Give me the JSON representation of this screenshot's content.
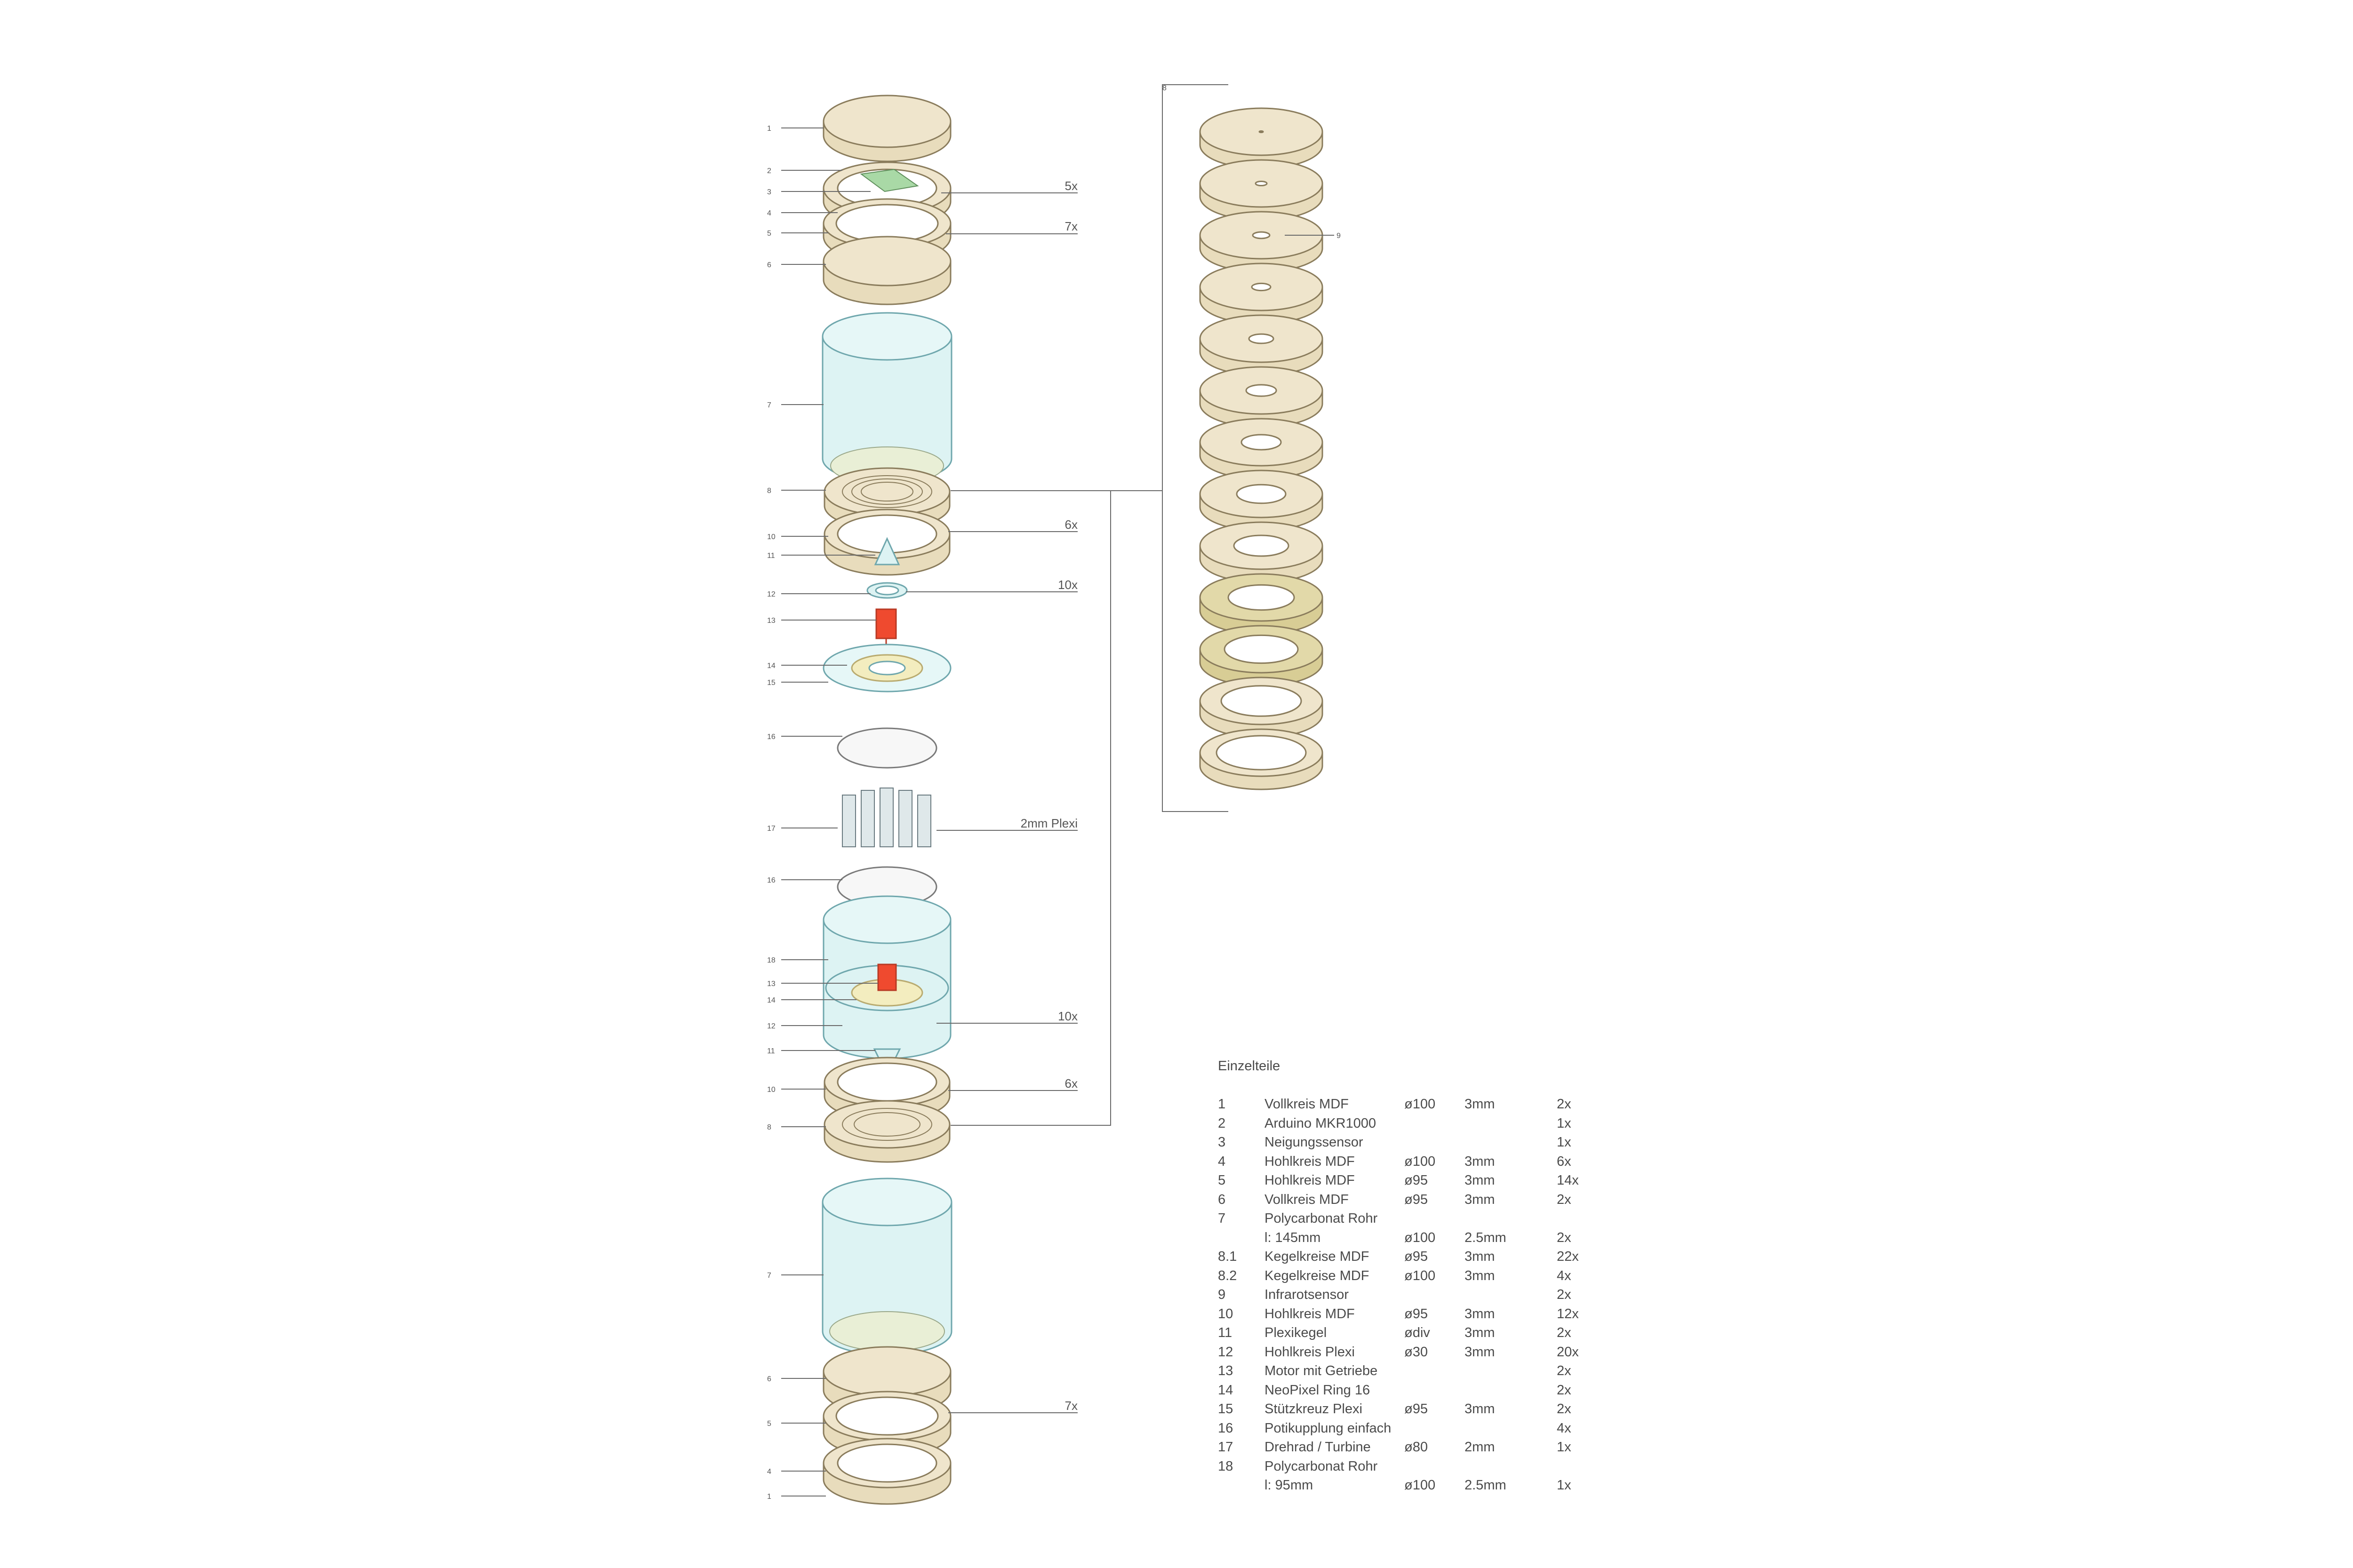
{
  "callouts": {
    "top_stack": [
      "1",
      "2",
      "3",
      "4",
      "5",
      "6",
      "7",
      "8",
      "10",
      "11",
      "12",
      "13",
      "14",
      "15",
      "16",
      "17",
      "16",
      "18",
      "13",
      "14",
      "12",
      "11",
      "10",
      "8",
      "7",
      "6",
      "5",
      "4",
      "1"
    ],
    "disc_stack": [
      "8",
      "9"
    ]
  },
  "quantities": {
    "q5x": "5x",
    "q7x_top": "7x",
    "q6x_top": "6x",
    "q10x_top": "10x",
    "plexi": "2mm Plexi",
    "q10x_mid": "10x",
    "q6x_mid": "6x",
    "q7x_bottom": "7x"
  },
  "colors": {
    "mdf": "#efe5cc",
    "mdf_edge": "#8a7c5c",
    "mdf_dark": "#e2d9a9",
    "glass": "#ddf3f3",
    "glass_edge": "#6fa7ad",
    "motor": "#ef4a2f",
    "pcb": "#a9d9a6",
    "leader": "#6a6a6a"
  },
  "parts_list": {
    "title": "Einzelteile",
    "rows": [
      [
        "1",
        "Vollkreis MDF",
        "ø100",
        "3mm",
        "2x"
      ],
      [
        "2",
        "Arduino MKR1000",
        "",
        "",
        "1x"
      ],
      [
        "3",
        "Neigungssensor",
        "",
        "",
        "1x"
      ],
      [
        "4",
        "Hohlkreis MDF",
        "ø100",
        "3mm",
        "6x"
      ],
      [
        "5",
        "Hohlkreis MDF",
        "ø95",
        "3mm",
        "14x"
      ],
      [
        "6",
        "Vollkreis MDF",
        "ø95",
        "3mm",
        "2x"
      ],
      [
        "7",
        "Polycarbonat Rohr",
        "",
        "",
        ""
      ],
      [
        "",
        "l: 145mm",
        "ø100",
        "2.5mm",
        "2x"
      ],
      [
        "8.1",
        "Kegelkreise MDF",
        "ø95",
        "3mm",
        "22x"
      ],
      [
        "8.2",
        "Kegelkreise MDF",
        "ø100",
        "3mm",
        "4x"
      ],
      [
        "9",
        "Infrarotsensor",
        "",
        "",
        "2x"
      ],
      [
        "10",
        "Hohlkreis MDF",
        "ø95",
        "3mm",
        "12x"
      ],
      [
        "11",
        "Plexikegel",
        "ødiv",
        "3mm",
        "2x"
      ],
      [
        "12",
        "Hohlkreis Plexi",
        "ø30",
        "3mm",
        "20x"
      ],
      [
        "13",
        "Motor mit Getriebe",
        "",
        "",
        "2x"
      ],
      [
        "14",
        "NeoPixel Ring 16",
        "",
        "",
        "2x"
      ],
      [
        "15",
        "Stützkreuz Plexi",
        "ø95",
        "3mm",
        "2x"
      ],
      [
        "16",
        "Potikupplung einfach",
        "",
        "",
        "4x"
      ],
      [
        "17",
        "Drehrad / Turbine",
        "ø80",
        "2mm",
        "1x"
      ],
      [
        "18",
        "Polycarbonat Rohr",
        "",
        "",
        ""
      ],
      [
        "",
        "l: 95mm",
        "ø100",
        "2.5mm",
        "1x"
      ]
    ]
  }
}
